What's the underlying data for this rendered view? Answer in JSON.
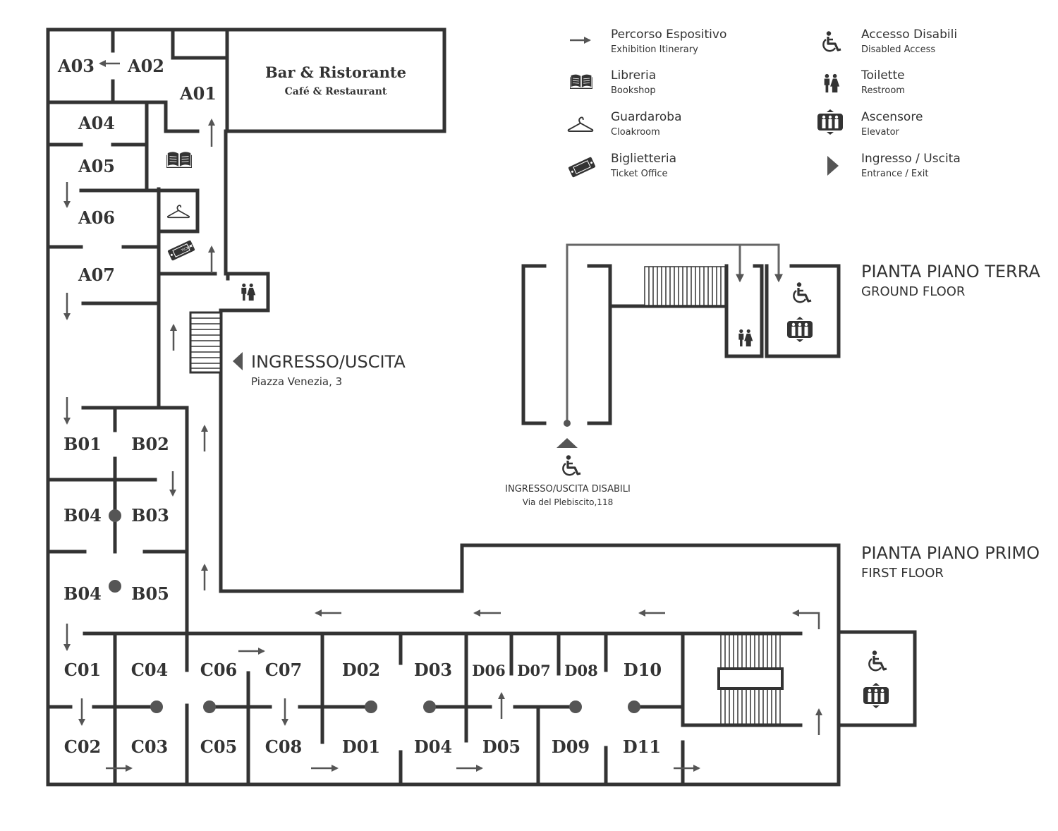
{
  "colors": {
    "wall": "#333333",
    "arrow": "#555555",
    "text": "#333333",
    "background": "#ffffff"
  },
  "legend": [
    {
      "icon": "arrow-icon",
      "title": "Percorso Espositivo",
      "subtitle": "Exhibition Itinerary"
    },
    {
      "icon": "book-icon",
      "title": "Libreria",
      "subtitle": "Bookshop"
    },
    {
      "icon": "hanger-icon",
      "title": "Guardaroba",
      "subtitle": "Cloakroom"
    },
    {
      "icon": "ticket-icon",
      "title": "Biglietteria",
      "subtitle": "Ticket Office"
    },
    {
      "icon": "wheelchair-icon",
      "title": "Accesso Disabili",
      "subtitle": "Disabled Access"
    },
    {
      "icon": "restroom-icon",
      "title": "Toilette",
      "subtitle": "Restroom"
    },
    {
      "icon": "elevator-icon",
      "title": "Ascensore",
      "subtitle": "Elevator"
    },
    {
      "icon": "entrance-triangle-icon",
      "title": "Ingresso / Uscita",
      "subtitle": "Entrance / Exit"
    }
  ],
  "ticket_text": "TICKET",
  "cafe": {
    "title": "Bar & Ristorante",
    "subtitle": "Café & Restaurant"
  },
  "main_entrance": {
    "title": "INGRESSO/USCITA",
    "address": "Piazza Venezia, 3"
  },
  "ground_floor": {
    "title": "PIANTA PIANO TERRA",
    "subtitle": "GROUND FLOOR"
  },
  "first_floor": {
    "title": "PIANTA PIANO PRIMO",
    "subtitle": "FIRST FLOOR"
  },
  "disabled_entrance": {
    "title": "INGRESSO/USCITA DISABILI",
    "address": "Via del Plebiscito,118"
  },
  "rooms": {
    "A01": "A01",
    "A02": "A02",
    "A03": "A03",
    "A04": "A04",
    "A05": "A05",
    "A06": "A06",
    "A07": "A07",
    "B01": "B01",
    "B02": "B02",
    "B03": "B03",
    "B04a": "B04",
    "B04b": "B04",
    "B05": "B05",
    "C01": "C01",
    "C02": "C02",
    "C03": "C03",
    "C04": "C04",
    "C05": "C05",
    "C06": "C06",
    "C07": "C07",
    "C08": "C08",
    "D01": "D01",
    "D02": "D02",
    "D03": "D03",
    "D04": "D04",
    "D05": "D05",
    "D06": "D06",
    "D07": "D07",
    "D08": "D08",
    "D09": "D09",
    "D10": "D10",
    "D11": "D11"
  }
}
